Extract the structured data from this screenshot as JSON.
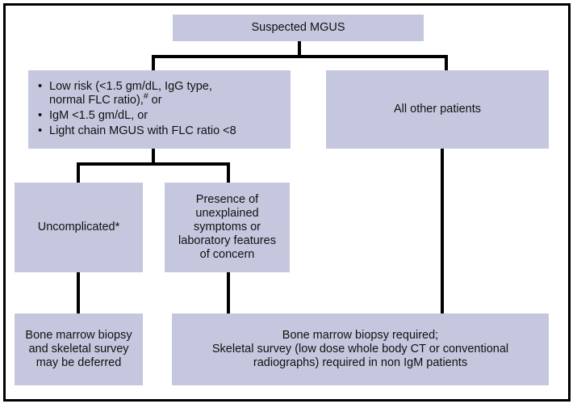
{
  "diagram": {
    "title": "Suspected MGUS risk-stratification flowchart",
    "box_fill_color": "#C5C7DE",
    "connector_color": "#000000",
    "border_color": "#000000",
    "background_color": "#FFFFFF"
  },
  "nodes": {
    "top": {
      "label": "Suspected MGUS"
    },
    "low_risk": {
      "bullets": [
        "Low risk (<1.5 gm/dL, IgG type, normal FLC ratio),# or",
        "IgM <1.5 gm/dL, or",
        "Light chain MGUS with FLC ratio <8"
      ],
      "bullet_1_line_1": "Low risk (<1.5 gm/dL, IgG type,",
      "bullet_1_line_2": "normal FLC ratio),",
      "bullet_1_marker": "#",
      "bullet_1_line_2_tail": " or",
      "bullet_2": "IgM <1.5 gm/dL, or",
      "bullet_3": "Light chain MGUS with FLC ratio <8"
    },
    "all_other_patients": {
      "label": "All other patients"
    },
    "uncomplicated": {
      "label": "Uncomplicated*"
    },
    "presence_of_symptoms": {
      "label": "Presence of\nunexplained\nsymptoms or\nlaboratory features\nof concern"
    },
    "biopsy_deferred": {
      "label": "Bone marrow biopsy\nand skeletal survey\nmay be deferred"
    },
    "biopsy_required": {
      "label": "Bone marrow biopsy required;\nSkeletal survey (low dose whole body CT or conventional\nradiographs) required in non IgM patients"
    }
  }
}
